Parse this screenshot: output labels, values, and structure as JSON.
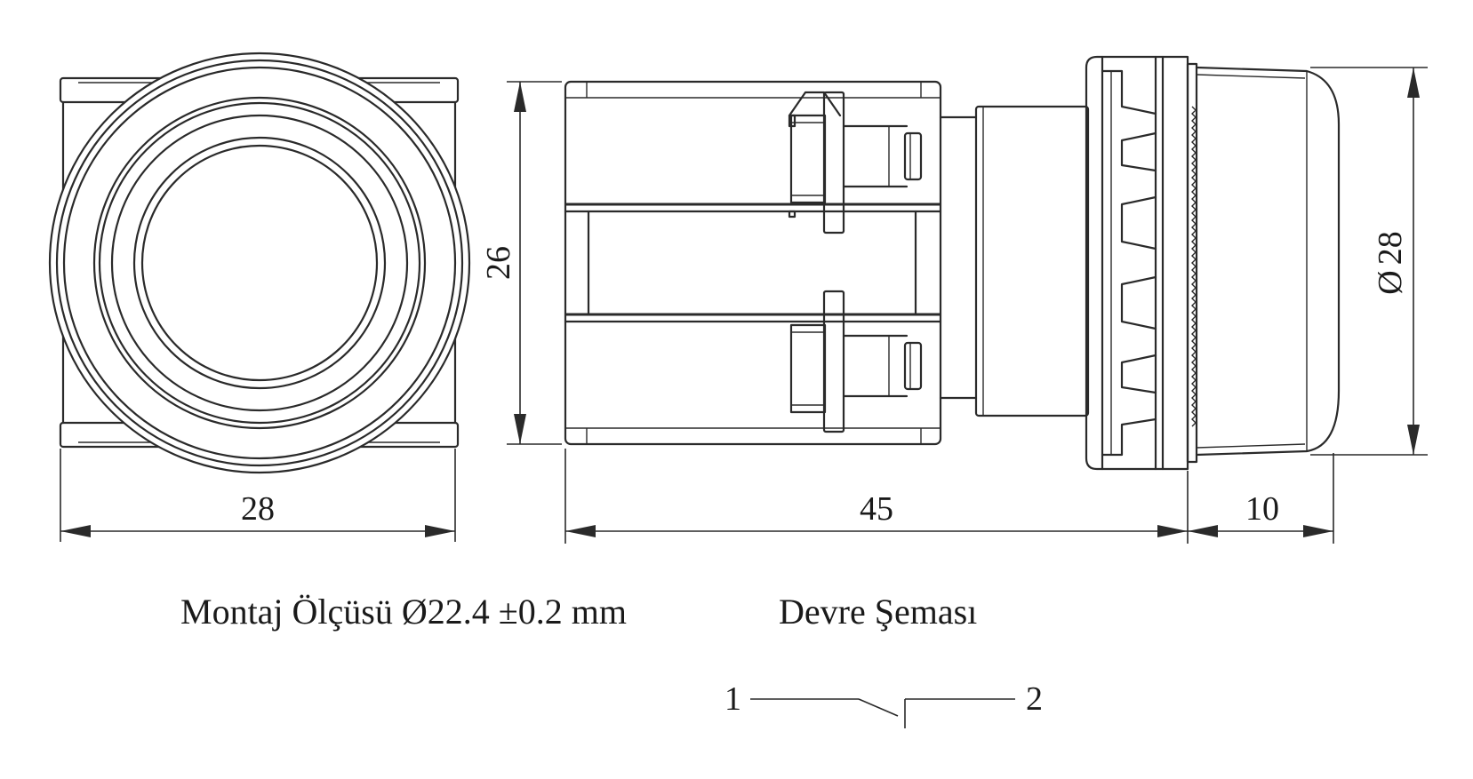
{
  "dimensions": {
    "front_width": "28",
    "body_height": "26",
    "body_length": "45",
    "cap_length": "10",
    "cap_diameter": "28",
    "diameter_symbol": "Ø"
  },
  "captions": {
    "mounting": "Montaj Ölçüsü Ø22.4 ±0.2 mm",
    "circuit": "Devre Şeması"
  },
  "schematic": {
    "terminal_1": "1",
    "terminal_2": "2"
  }
}
